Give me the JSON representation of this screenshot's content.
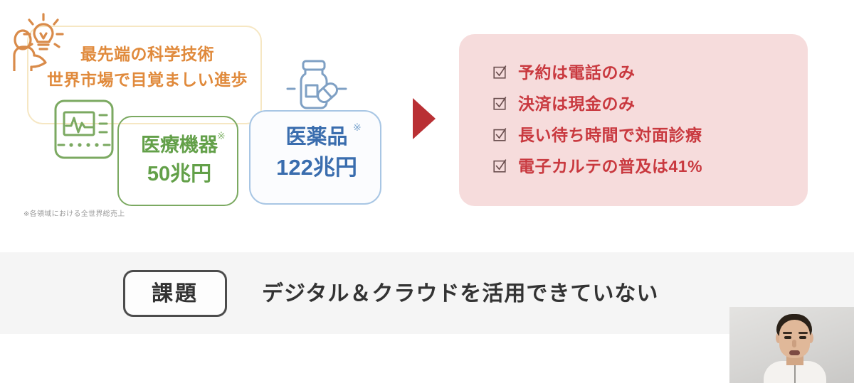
{
  "slide": {
    "top_callout": {
      "line1": "最先端の科学技術",
      "line2": "世界市場で目覚ましい進歩",
      "icon": "person-idea-lightbulb-icon",
      "color": "#e08a3c",
      "border_color": "#f6e7c3"
    },
    "market_cards": [
      {
        "icon": "medical-monitor-icon",
        "label": "医療機器",
        "value": "50兆円",
        "asterisk": "※",
        "color": "#63a049",
        "border_color": "#7ba961"
      },
      {
        "icon": "pill-bottle-icon",
        "label": "医薬品",
        "value": "122兆円",
        "asterisk": "※",
        "color": "#3a6dae",
        "border_color": "#a8c6e4"
      }
    ],
    "footnote": "※各領域における全世界総売上",
    "arrow": {
      "icon": "right-triangle-arrow-icon",
      "color": "#b93034"
    },
    "problem_panel": {
      "background": "#f6dcdc",
      "text_color": "#c9393f",
      "items": [
        {
          "checkbox_icon": "checkbox-checked-icon",
          "text": "予約は電話のみ"
        },
        {
          "checkbox_icon": "checkbox-checked-icon",
          "text": "決済は現金のみ"
        },
        {
          "checkbox_icon": "checkbox-checked-icon",
          "text": "長い待ち時間で対面診療"
        },
        {
          "checkbox_icon": "checkbox-checked-icon",
          "text": "電子カルテの普及は41%"
        }
      ]
    },
    "conclusion": {
      "tag": "課題",
      "text": "デジタル＆クラウドを活用できていない",
      "strip_color": "#f5f5f5",
      "text_color": "#333333"
    },
    "webcam": {
      "label": "presenter-video-thumbnail"
    }
  }
}
